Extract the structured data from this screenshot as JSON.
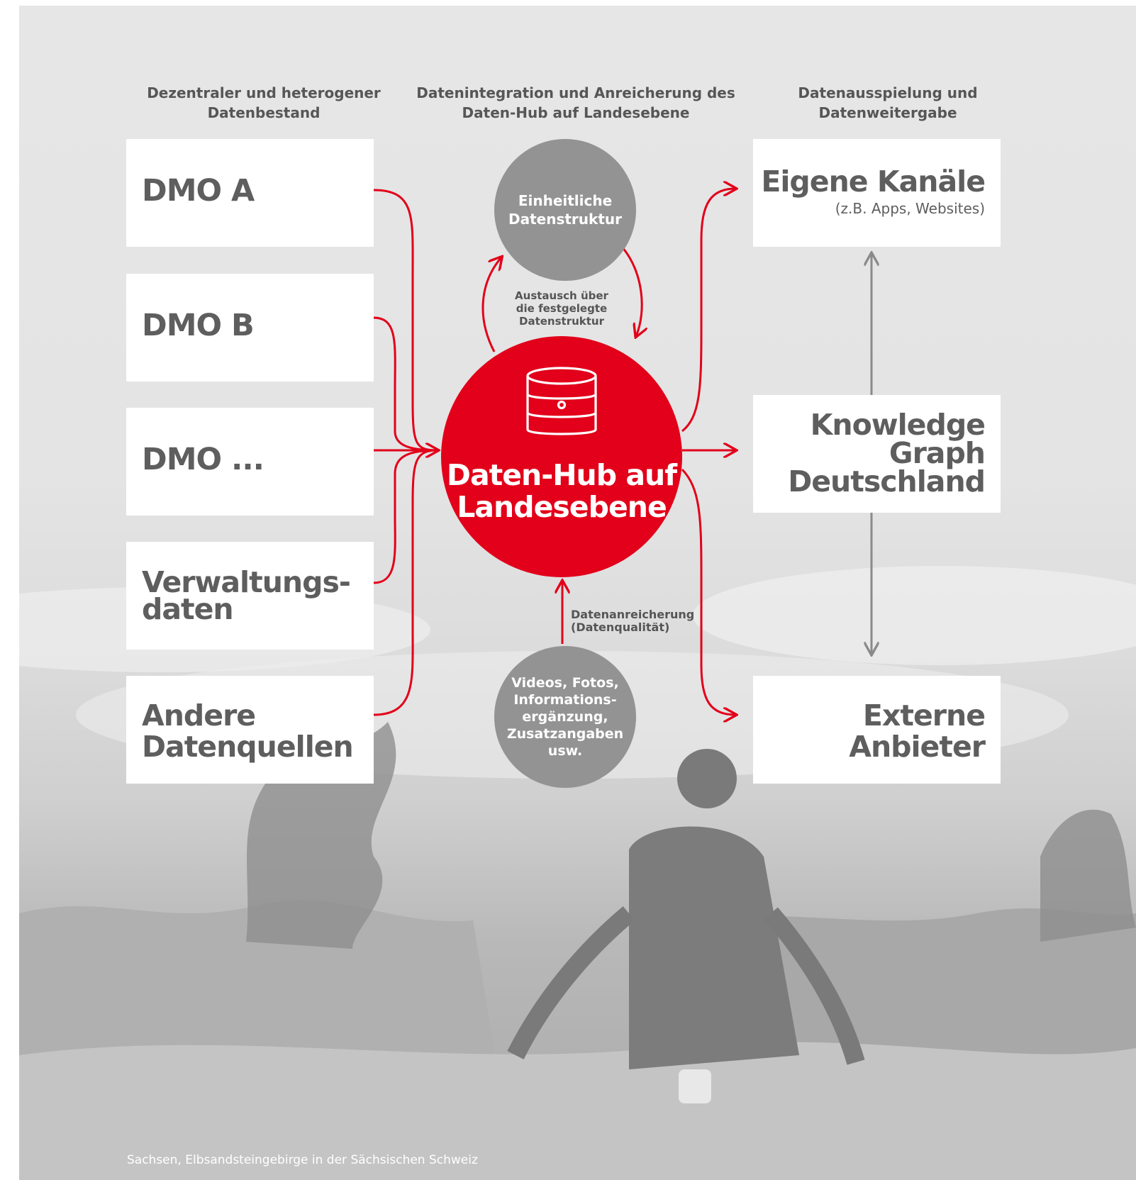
{
  "columns": {
    "left_heading": "Dezentraler und heterogener Datenbestand",
    "center_heading": "Datenintegration und Anreicherung des Daten-Hub auf Landesebene",
    "right_heading": "Datenausspielung und Datenweitergabe"
  },
  "sources": [
    {
      "label": "DMO A"
    },
    {
      "label": "DMO B"
    },
    {
      "label": "DMO ..."
    },
    {
      "label_line1": "Verwaltungs-",
      "label_line2": "daten"
    },
    {
      "label_line1": "Andere",
      "label_line2": "Datenquellen"
    }
  ],
  "hub": {
    "title_line1": "Daten-Hub auf",
    "title_line2": "Landesebene",
    "icon": "database-icon"
  },
  "structure_circle": {
    "line1": "Einheitliche",
    "line2": "Datenstruktur"
  },
  "exchange_note": {
    "line1": "Austausch über",
    "line2": "die festgelegte",
    "line3": "Datenstruktur"
  },
  "enrichment_note": {
    "line1": "Datenanreicherung",
    "line2": "(Datenqualität)"
  },
  "enrichment_circle": {
    "line1": "Videos, Fotos,",
    "line2": "Informations-",
    "line3": "ergänzung,",
    "line4": "Zusatzangaben",
    "line5": "usw."
  },
  "outputs": {
    "own_channels": {
      "title": "Eigene Kanäle",
      "subtitle": "(z.B. Apps, Websites)"
    },
    "knowledge_graph": {
      "line1": "Knowledge",
      "line2": "Graph",
      "line3": "Deutschland"
    },
    "external": {
      "line1": "Externe",
      "line2": "Anbieter"
    }
  },
  "caption": "Sachsen, Elbsandsteingebirge in der Sächsischen Schweiz",
  "colors": {
    "accent": "#e2001a",
    "circle_gray": "#939393",
    "text_gray": "#5e5e5e"
  }
}
